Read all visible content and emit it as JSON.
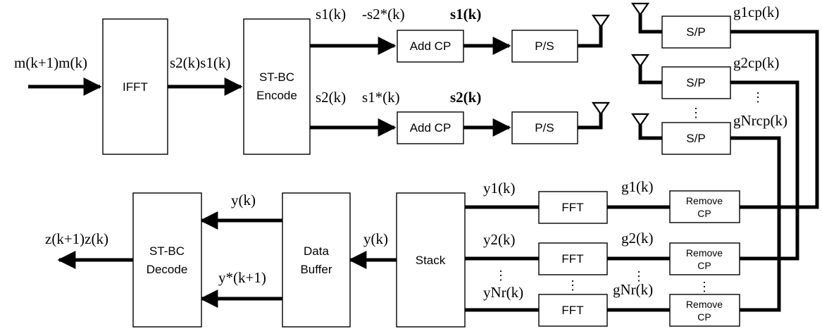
{
  "blocks": {
    "ifft": "IFFT",
    "stbc_encode": [
      "ST-BC",
      "Encode"
    ],
    "add_cp": "Add CP",
    "p_s": "P/S",
    "s_p": "S/P",
    "remove_cp": [
      "Remove",
      "CP"
    ],
    "fft": "FFT",
    "stack": "Stack",
    "data_buffer": [
      "Data",
      "Buffer"
    ],
    "stbc_decode": [
      "ST-BC",
      "Decode"
    ]
  },
  "signals": {
    "input": "m(k+1)m(k)",
    "ifft_out": "s2(k)s1(k)",
    "enc_top": "s1(k)",
    "enc_top_conj": "-s2*(k)",
    "tx1": "s1(k)",
    "enc_bottom": "s2(k)",
    "enc_bottom_conj": "s1*(k)",
    "tx2": "s2(k)",
    "rx1": "g1cp(k)",
    "rx2": "g2cp(k)",
    "rxN": "gNrcp(k)",
    "g1": "g1(k)",
    "g2": "g2(k)",
    "gN": "gNr(k)",
    "y1": "y1(k)",
    "y2": "y2(k)",
    "yN": "yNr(k)",
    "stack_out": "y(k)",
    "buf_out_top": "y(k)",
    "buf_out_bottom": "y*(k+1)",
    "output": "z(k+1)z(k)"
  },
  "ellipsis": "⋮"
}
